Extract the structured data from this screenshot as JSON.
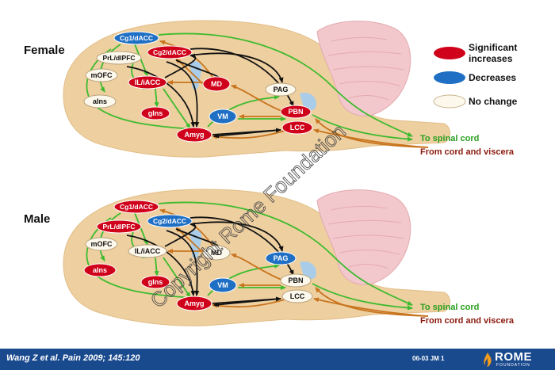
{
  "panels": [
    {
      "title": "Female",
      "regions": {
        "cg1": {
          "label": "Cg1/dACC",
          "status": "decrease"
        },
        "cg2": {
          "label": "Cg2/dACC",
          "status": "increase"
        },
        "prl": {
          "label": "PrL/dlPFC",
          "status": "nochange"
        },
        "mofc": {
          "label": "mOFC",
          "status": "nochange"
        },
        "il": {
          "label": "IL/iACC",
          "status": "increase"
        },
        "ains": {
          "label": "aIns",
          "status": "nochange"
        },
        "gins": {
          "label": "gIns",
          "status": "increase"
        },
        "md": {
          "label": "MD",
          "status": "increase"
        },
        "pag": {
          "label": "PAG",
          "status": "nochange"
        },
        "vm": {
          "label": "VM",
          "status": "decrease"
        },
        "pbn": {
          "label": "PBN",
          "status": "increase"
        },
        "amyg": {
          "label": "Amyg",
          "status": "increase"
        },
        "lcc": {
          "label": "LCC",
          "status": "increase"
        }
      },
      "to_cord": "To spinal cord",
      "from_cord": "From cord and viscera"
    },
    {
      "title": "Male",
      "regions": {
        "cg1": {
          "label": "Cg1/dACC",
          "status": "increase"
        },
        "cg2": {
          "label": "Cg2/dACC",
          "status": "decrease"
        },
        "prl": {
          "label": "PrL/dlPFC",
          "status": "increase"
        },
        "mofc": {
          "label": "mOFC",
          "status": "nochange"
        },
        "il": {
          "label": "IL/iACC",
          "status": "nochange"
        },
        "ains": {
          "label": "aIns",
          "status": "increase"
        },
        "gins": {
          "label": "gIns",
          "status": "increase"
        },
        "md": {
          "label": "MD",
          "status": "nochange"
        },
        "pag": {
          "label": "PAG",
          "status": "decrease"
        },
        "vm": {
          "label": "VM",
          "status": "decrease"
        },
        "pbn": {
          "label": "PBN",
          "status": "nochange"
        },
        "amyg": {
          "label": "Amyg",
          "status": "increase"
        },
        "lcc": {
          "label": "LCC",
          "status": "nochange"
        }
      },
      "to_cord": "To spinal cord",
      "from_cord": "From cord and viscera"
    }
  ],
  "legend": {
    "increase": "Significant increases",
    "decrease": "Decreases",
    "nochange": "No change"
  },
  "watermark": "Copyright Rome Foundation",
  "footer": {
    "citation": "Wang Z et al. Pain 2009; 145:120",
    "slide_code": "06-03  JM 1",
    "logo_word": "ROME",
    "logo_sub": "FOUNDATION"
  },
  "colors": {
    "increase": "#d0021b",
    "decrease": "#1f6fc4",
    "nochange": "#fdf8ec",
    "green_path": "#3dbb2e",
    "orange_path": "#c8741e",
    "brain": "#eecfa0",
    "cerebellum": "#f2c8cc",
    "ventricle": "#a9cde8"
  }
}
